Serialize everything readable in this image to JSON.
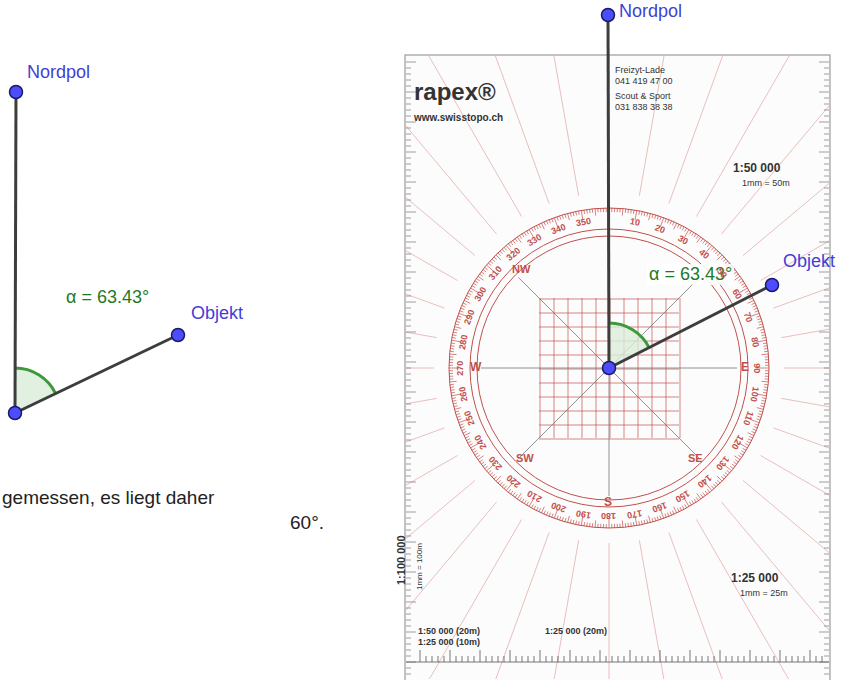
{
  "diagram": {
    "nodes": [
      {
        "text": [
          "Nordpol"
        ]
      },
      {
        "text": [
          "Objekt"
        ]
      },
      {
        "text": [
          "Nordpol"
        ]
      },
      {
        "text": [
          "Objekt"
        ]
      }
    ],
    "labels": [
      "α = 63.43°",
      "gemessen, es liegt daher",
      "60°.",
      "α = 63.43°",
      "rapex®",
      "www.swisstopo.ch",
      "Freizyt-Lade",
      "041 419 47 00",
      "Scout & Sport",
      "031 838 38 38",
      "1:50 000",
      "1mm = 50m",
      "1:25 000",
      "1mm = 25m",
      "1:100 000",
      "1mm = 100m",
      "1:50 000 (20m)",
      "1:25 000 (10m)",
      "1:25 000 (20m)",
      "NW",
      "W",
      "E",
      "S",
      "SW",
      "SE",
      "10",
      "20",
      "30",
      "40",
      "50",
      "60",
      "70",
      "80",
      "90",
      "100",
      "110",
      "120",
      "130",
      "140",
      "150",
      "160",
      "170",
      "180",
      "190",
      "200",
      "210",
      "220",
      "230",
      "240",
      "250",
      "260",
      "270",
      "280",
      "290",
      "300",
      "310",
      "320",
      "330",
      "340",
      "350"
    ]
  }
}
